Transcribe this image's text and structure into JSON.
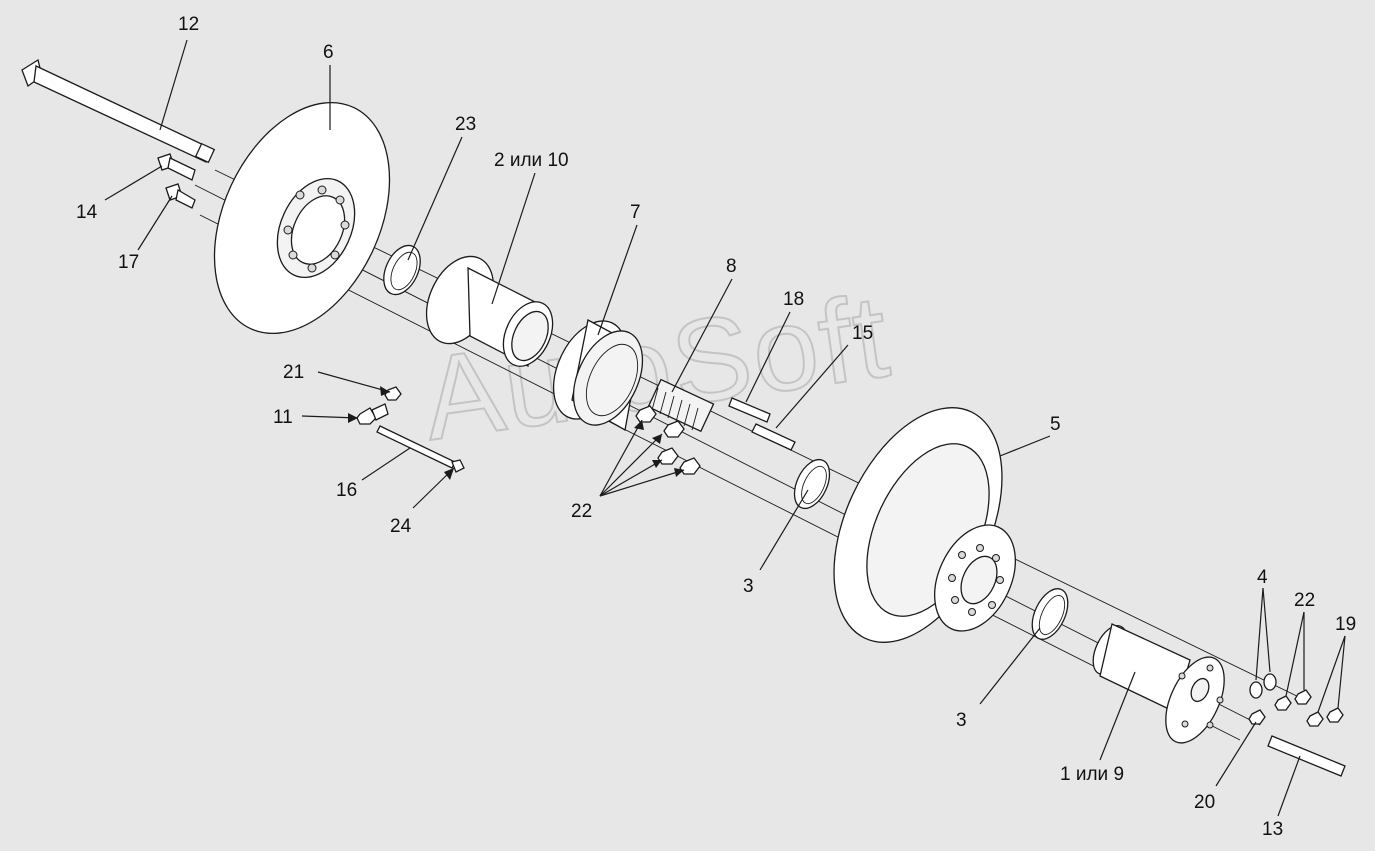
{
  "watermark": "AutoSoft",
  "callouts": {
    "c1": "1 или 9",
    "c2": "2 или 10",
    "c3a": "3",
    "c3b": "3",
    "c4": "4",
    "c5": "5",
    "c6": "6",
    "c7": "7",
    "c8": "8",
    "c11": "11",
    "c12": "12",
    "c13": "13",
    "c14": "14",
    "c15": "15",
    "c16": "16",
    "c17": "17",
    "c18": "18",
    "c19": "19",
    "c20": "20",
    "c21": "21",
    "c22a": "22",
    "c22b": "22",
    "c23": "23",
    "c24": "24"
  }
}
